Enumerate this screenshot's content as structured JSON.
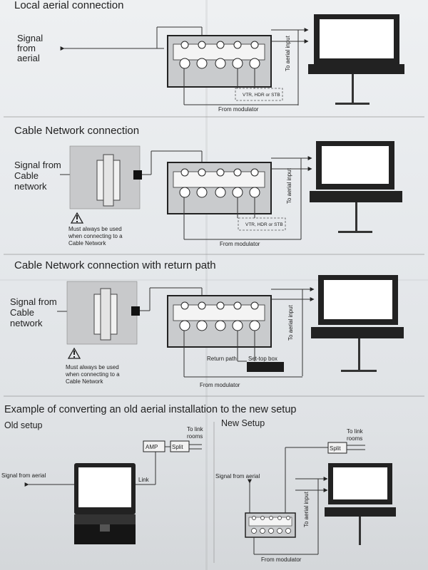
{
  "sections": [
    {
      "title": "Local aerial connection",
      "input_label": [
        "Signal",
        "from",
        "aerial"
      ],
      "device_label": "VTR, HDR or STB",
      "modulator_label": "From modulator",
      "aerial_input_label": "To aerial input"
    },
    {
      "title": "Cable Network connection",
      "input_label": [
        "Signal from",
        "Cable",
        "network"
      ],
      "warning_text": [
        "Must always be used",
        "when connecting to a",
        "Cable Network"
      ],
      "device_label": "VTR, HDR or STB",
      "modulator_label": "From modulator",
      "aerial_input_label": "To aerial input"
    },
    {
      "title": "Cable Network connection with return path",
      "input_label": [
        "Signal from",
        "Cable",
        "network"
      ],
      "warning_text": [
        "Must always be used",
        "when connecting to a",
        "Cable Network"
      ],
      "return_path_label": "Return path",
      "settop_label": "Set-top box",
      "modulator_label": "From modulator",
      "aerial_input_label": "To aerial input"
    }
  ],
  "example": {
    "title": "Example of converting an old aerial installation to the new setup",
    "old": {
      "title": "Old setup",
      "signal_label": "Signal from aerial",
      "amp_label": "AMP",
      "split_label": "Split",
      "link_rooms_label": [
        "To link",
        "rooms"
      ],
      "link_label": "Link"
    },
    "new": {
      "title": "New Setup",
      "signal_label": "Signal from aerial",
      "split_label": "Split",
      "link_rooms_label": [
        "To link",
        "rooms"
      ],
      "aerial_input_label": "To aerial input",
      "modulator_label": "From modulator"
    }
  },
  "colors": {
    "ink": "#222222",
    "paper": "#e9ecef",
    "panel": "#c9cbcd",
    "screen": "#ffffff"
  }
}
